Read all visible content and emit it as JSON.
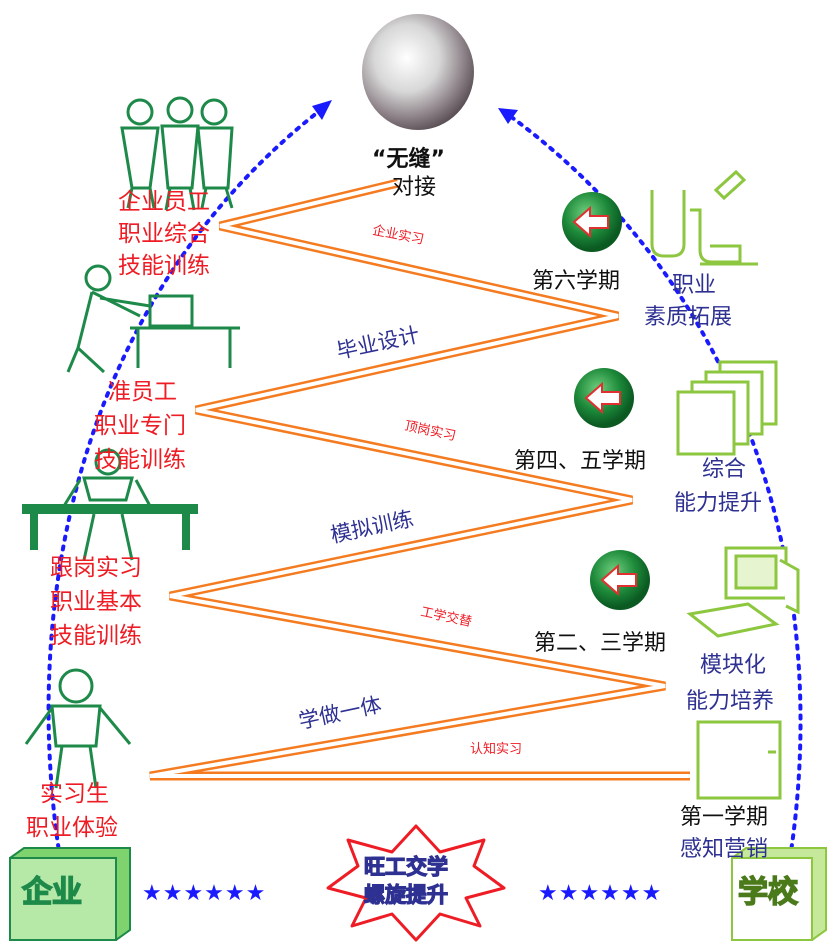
{
  "top": {
    "quote_label": "“无缝”",
    "connect_label": "对接"
  },
  "enterprise_stages": [
    {
      "line1": "企业员工",
      "line2": "职业综合",
      "line3": "技能训练"
    },
    {
      "line1": "准员工",
      "line2": "职业专门",
      "line3": "技能训练"
    },
    {
      "line1": "跟岗实习",
      "line2": "职业基本",
      "line3": "技能训练"
    },
    {
      "line1": "实习生",
      "line2": "职业体验"
    }
  ],
  "school_stages": [
    {
      "line1": "职业",
      "line2": "素质拓展"
    },
    {
      "line1": "综合",
      "line2": "能力提升"
    },
    {
      "line1": "模块化",
      "line2": "能力培养"
    },
    {
      "line1": "第一学期",
      "line2": "感知营销"
    }
  ],
  "semesters": [
    "第六学期",
    "第四、五学期",
    "第二、三学期"
  ],
  "zigzag_labels": {
    "enterprise_internship": "企业实习",
    "graduation_design": "毕业设计",
    "post_internship": "顶岗实习",
    "simulation_training": "模拟训练",
    "work_study": "工学交替",
    "learn_do": "学做一体",
    "cognitive_internship": "认知实习"
  },
  "bottom": {
    "enterprise_box": "企业",
    "school_box": "学校",
    "center_line1": "旺工交学",
    "center_line2": "螺旋提升",
    "stars_left": "★★★★★★",
    "stars_right": "★★★★★★"
  },
  "colors": {
    "red": "#ee1c24",
    "blue": "#2e3192",
    "green": "#1e8a4a",
    "orange": "#f47b20",
    "lime": "#8dc63f"
  }
}
